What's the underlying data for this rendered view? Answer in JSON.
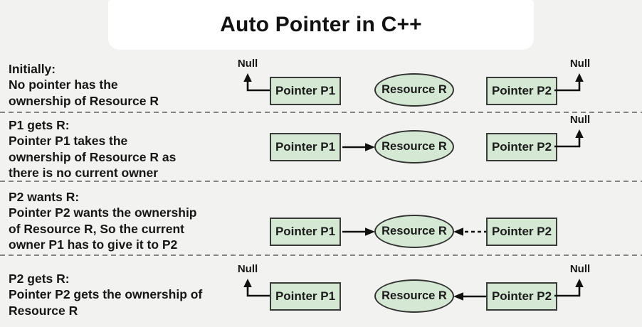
{
  "title": "Auto Pointer in C++",
  "labels": {
    "pointer_p1": "Pointer P1",
    "pointer_p2": "Pointer P2",
    "resource": "Resource R",
    "null": "Null"
  },
  "colors": {
    "page_bg": "#f2f2f0",
    "banner_bg": "#ffffff",
    "node_fill": "#d5e8d4",
    "node_border": "#3a3a3a",
    "text": "#161616",
    "arrow": "#111111",
    "divider": "#858585"
  },
  "rows": [
    {
      "name": "initially",
      "description": "Initially:\nNo pointer has the\nownership of Resource R"
    },
    {
      "name": "p1-gets-r",
      "description": "P1 gets R:\nPointer P1 takes the\nownership of Resource R as\nthere is no current owner"
    },
    {
      "name": "p2-wants-r",
      "description": "P2 wants R:\nPointer P2 wants the ownership\nof Resource R, So the current\nowner P1 has to give it to P2"
    },
    {
      "name": "p2-gets-r",
      "description": "P2 gets R:\nPointer P2 gets the ownership of\nResource R"
    }
  ]
}
